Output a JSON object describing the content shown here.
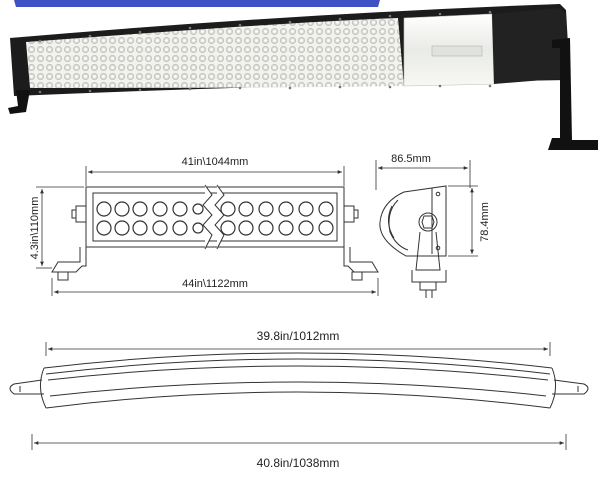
{
  "front_view": {
    "inner_width_label": "41in\\1044mm",
    "outer_width_label": "44in\\1122mm",
    "height_label": "4.3in\\110mm"
  },
  "side_view": {
    "depth_label": "86.5mm",
    "height_label": "78.4mm"
  },
  "curved_view": {
    "chord_label": "39.8in/1012mm",
    "overall_label": "40.8in/1038mm"
  },
  "colors": {
    "housing": "#1a1a1a",
    "led_glow": "#f4f4ef",
    "accent_banner": "#2a3fbf",
    "line": "#333333"
  }
}
